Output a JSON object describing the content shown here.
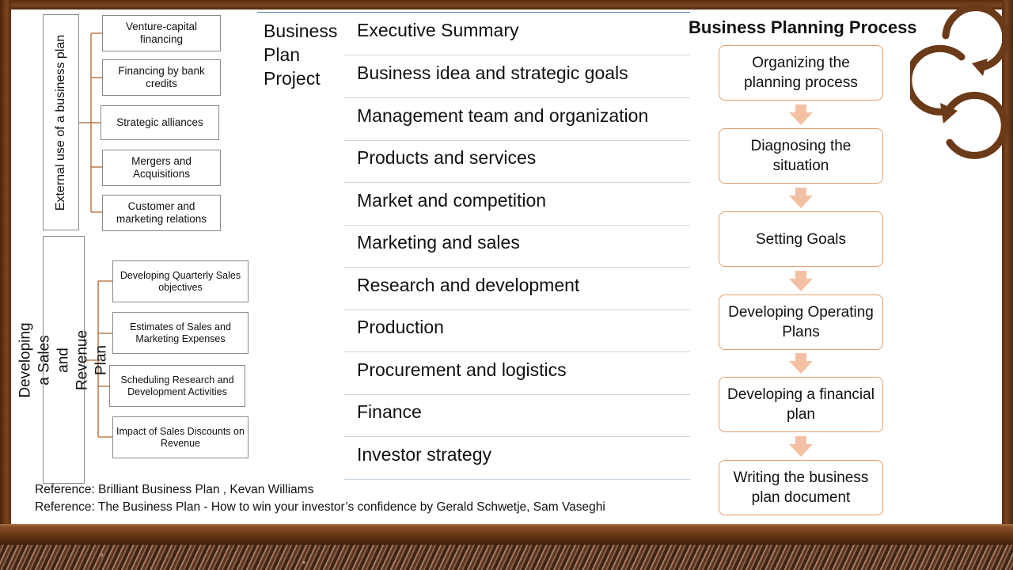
{
  "external": {
    "title": "External use of a business plan",
    "items": [
      "Venture-capital financing",
      "Financing by bank credits",
      "Strategic alliances",
      "Mergers and Acquisitions",
      "Customer and marketing relations"
    ]
  },
  "sales": {
    "title": "Developing a Sales and Revenue Plan",
    "items": [
      "Developing Quarterly Sales objectives",
      "Estimates of Sales and Marketing Expenses",
      "Scheduling Research and Development Activities",
      "Impact of Sales Discounts on Revenue"
    ]
  },
  "project": {
    "title": "Business Plan Project",
    "items": [
      "Executive Summary",
      "Business idea and strategic goals",
      "Management team and organization",
      "Products and services",
      "Market and competition",
      "Marketing and sales",
      "Research and development",
      "Production",
      "Procurement and logistics",
      "Finance",
      "Investor strategy"
    ]
  },
  "process": {
    "title": "Business Planning Process",
    "steps": [
      "Organizing the planning process",
      "Diagnosing the situation",
      "Setting Goals",
      "Developing Operating Plans",
      "Developing a financial plan",
      "Writing the business plan document"
    ]
  },
  "references": [
    "Reference: Brilliant Business Plan , Kevan Williams",
    "Reference: The Business Plan - How to win your investor’s confidence by Gerald Schwetje, Sam Vaseghi"
  ],
  "colors": {
    "frame": "#6b3a18",
    "connector": "#b0662c",
    "step_border": "#e0a070",
    "arrow": "#f4c0a4"
  }
}
